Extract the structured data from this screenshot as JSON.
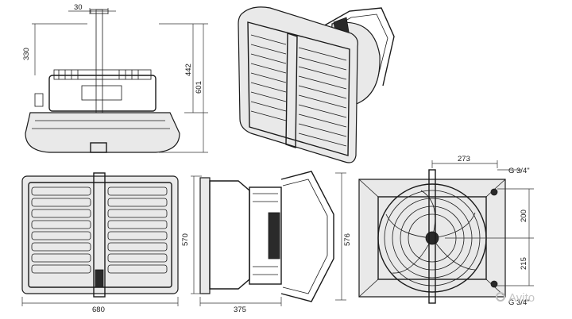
{
  "dimensions": {
    "top_offset": "30",
    "mount_height": "330",
    "body_height": "442",
    "total_height": "601",
    "front_width": "680",
    "side_height": "570",
    "side_depth": "375",
    "side_total": "576",
    "back_width": "273",
    "back_upper": "200",
    "back_lower": "215",
    "pipe_top": "G 3/4\"",
    "pipe_bottom": "G 3/4\""
  },
  "watermark": "Avito",
  "colors": {
    "line": "#1a1a1a",
    "fill": "#e9e9e9",
    "watermark": "#bdbdbd"
  }
}
